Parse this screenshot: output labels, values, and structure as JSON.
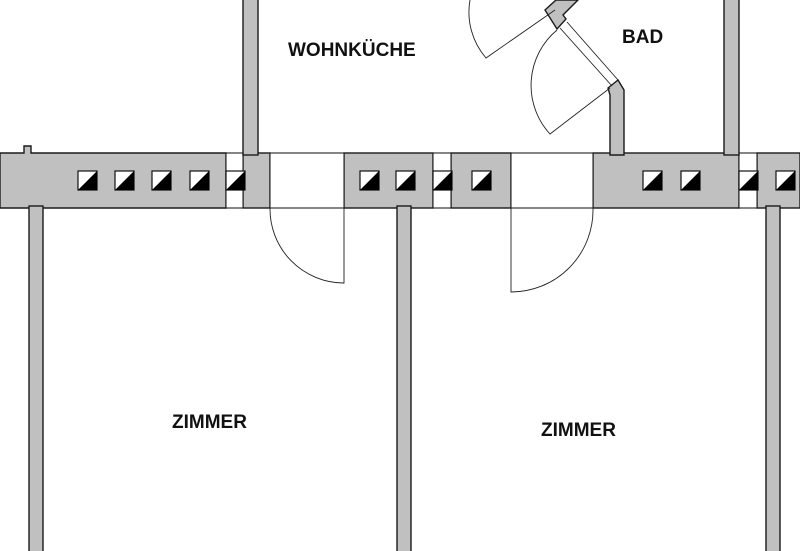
{
  "plan": {
    "rooms": [
      {
        "id": "wohnkueche",
        "label": "WOHNKÜCHE"
      },
      {
        "id": "bad",
        "label": "BAD"
      },
      {
        "id": "zimmer-1",
        "label": "ZIMMER"
      },
      {
        "id": "zimmer-2",
        "label": "ZIMMER"
      }
    ],
    "colors": {
      "wall": "#c0c0c0",
      "outline": "#1a1a1a",
      "background": "#ffffff"
    }
  }
}
